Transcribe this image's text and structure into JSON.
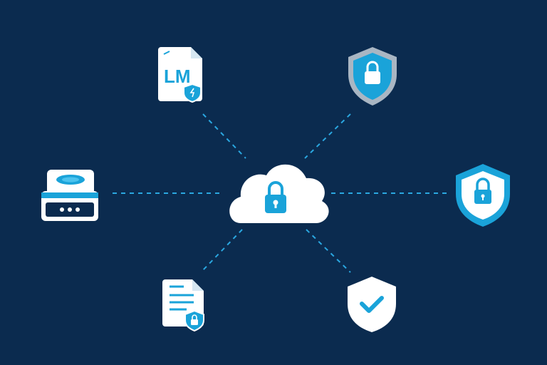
{
  "theme": {
    "background": "#0b2b4f",
    "accent": "#1aa3d9",
    "accent_light": "#4cc3ee",
    "white": "#ffffff",
    "grey": "#a9b6c3",
    "connector": "#2aa7e0"
  },
  "hub": {
    "icon": "cloud-lock-icon"
  },
  "nodes": [
    {
      "id": "document-shield",
      "icon": "document-shield-icon",
      "label": "LM"
    },
    {
      "id": "grey-lock-shield",
      "icon": "grey-lock-shield-icon"
    },
    {
      "id": "server",
      "icon": "server-drive-icon"
    },
    {
      "id": "blue-lock-shield",
      "icon": "blue-lock-shield-icon"
    },
    {
      "id": "doc-lock",
      "icon": "document-lock-icon"
    },
    {
      "id": "check-shield",
      "icon": "check-shield-icon"
    }
  ]
}
